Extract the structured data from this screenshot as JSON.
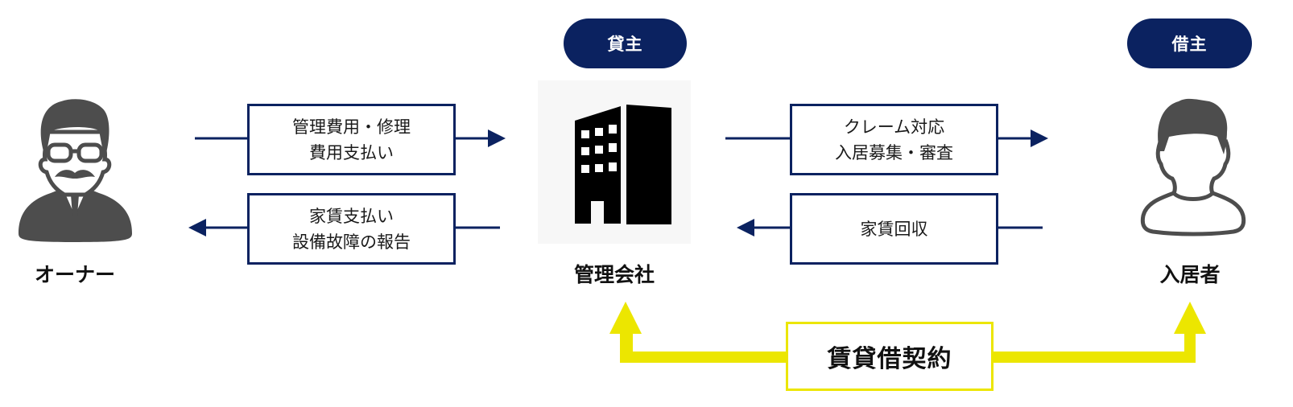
{
  "colors": {
    "navy": "#0b2260",
    "contract_yellow": "#ece600",
    "icon_gray": "#4d4d4d",
    "building_black": "#000000"
  },
  "actors": {
    "owner": {
      "label": "オーナー",
      "icon": "owner-person-with-glasses-mustache-icon"
    },
    "management": {
      "label": "管理会社",
      "role_badge": "貸主",
      "icon": "office-building-icon"
    },
    "resident": {
      "label": "入居者",
      "role_badge": "借主",
      "icon": "person-outline-icon"
    }
  },
  "flows": {
    "owner_to_management": {
      "lines": [
        "管理費用・修理",
        "費用支払い"
      ],
      "direction": "right"
    },
    "management_to_owner": {
      "lines": [
        "家賃支払い",
        "設備故障の報告"
      ],
      "direction": "left"
    },
    "management_to_resident": {
      "lines": [
        "クレーム対応",
        "入居募集・審査"
      ],
      "direction": "right"
    },
    "resident_to_management": {
      "lines": [
        "家賃回収"
      ],
      "direction": "left"
    }
  },
  "contract": {
    "label": "賃貸借契約",
    "connects": [
      "管理会社",
      "入居者"
    ]
  }
}
